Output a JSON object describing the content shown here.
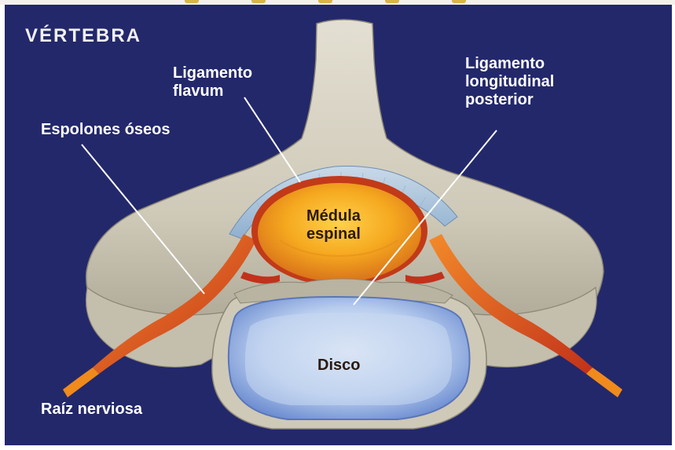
{
  "diagram": {
    "title": "VÉRTEBRA",
    "labels": {
      "ligamento_flavum": "Ligamento\nflavum",
      "ligamento_longitudinal": "Ligamento\nlongitudinal\nposterior",
      "espolones": "Espolones óseos",
      "medula": "Médula\nespinal",
      "disco": "Disco",
      "raiz": "Raíz nerviosa"
    }
  },
  "colors": {
    "background": "#23286b",
    "bone": "#d8d3c4",
    "spinal_cord": "#f3a21c",
    "disc": "#a9c3ea",
    "nerve": "#d8451c",
    "ligament": "#b9cde0"
  }
}
